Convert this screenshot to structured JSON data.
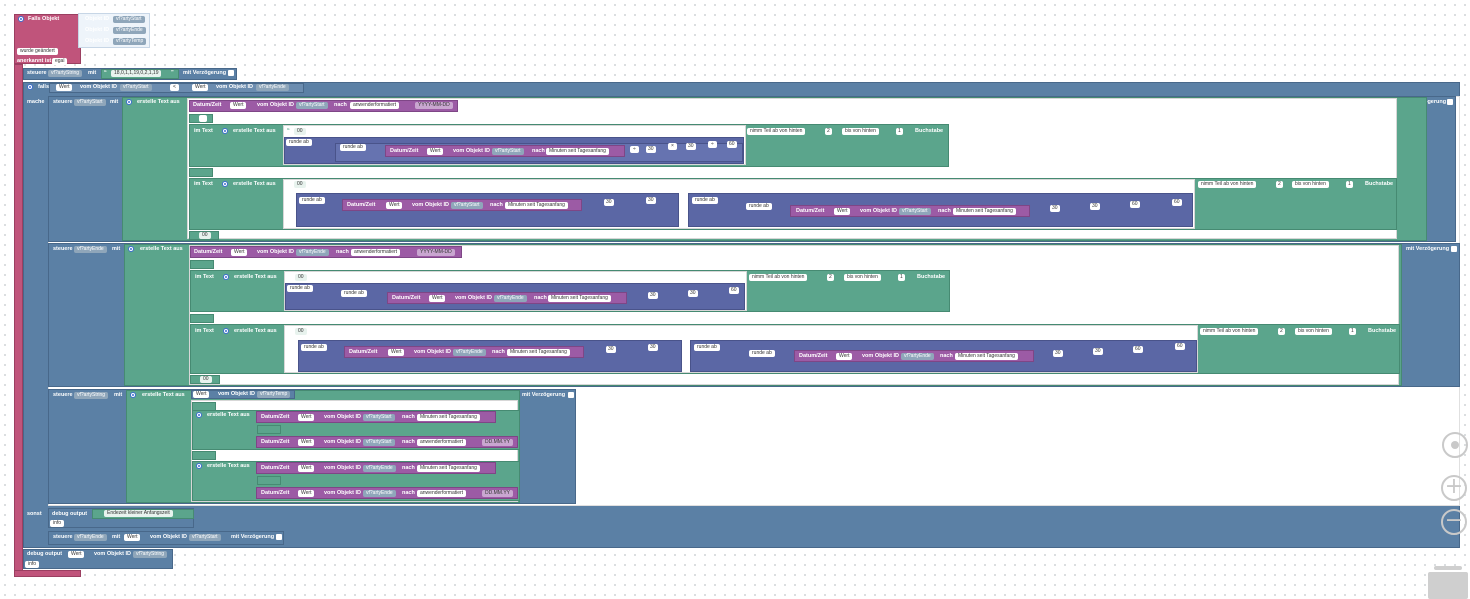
{
  "trigger": {
    "title": "Falls Objekt",
    "ids": [
      "vf?artyStart",
      "vf?artyEnde",
      "vf?artyTemp"
    ],
    "id_label": "Objekt ID",
    "changed": "wurde geändert",
    "ack_label": "anerkannt ist",
    "ack_value": "egal"
  },
  "set1": {
    "label": "steuere",
    "var": "vf?artyString",
    "mit": "mit",
    "text": "18,0,1,1,19,0,2,1,19",
    "delay": "mit Verzögerung"
  },
  "ifblock": {
    "falls": "falls",
    "mache": "mache",
    "sonst": "sonst",
    "wert": "Wert",
    "vom": "vom Objekt ID",
    "op": "<",
    "left_id": "vf?artyStart",
    "right_id": "vf?artyEnde"
  },
  "common": {
    "steuere": "steuere",
    "mit": "mit",
    "erstelle": "erstelle Text aus",
    "datum": "Datum/Zeit",
    "wert": "Wert",
    "vom": "vom Objekt ID",
    "nach": "nach",
    "anwender": "anwenderformatiert",
    "minuten": "Minuten seit Tagesanfang",
    "im_text": "im Text",
    "nimm": "nimm Teil ab von hinten",
    "bis": "bis von hinten",
    "buchstabe": "Buchstabe",
    "runde": "runde ab",
    "delay": "mit Verzögerung",
    "div": "÷",
    "mul": "×",
    "minus": "-",
    "n30": "30",
    "n60": "60",
    "n2": "2",
    "n1": "1",
    "n00": "00",
    "empty": "",
    "fmt1": "YYYY-MM-DD",
    "fmt2": "DD.MM.YY"
  },
  "block_start": {
    "var": "vf?artyStart",
    "id": "vf?artyStart"
  },
  "block_ende": {
    "var": "vf?artyEnde",
    "id": "vf?artyEnde"
  },
  "block_string": {
    "var": "vf?artyString",
    "temp_id": "vf?artyTemp"
  },
  "sonst_block": {
    "debug": "debug output",
    "msg": "Endezeit kleiner Anfangszeit",
    "level": "info",
    "var": "vf?artyEnde",
    "id": "vf?artyStart"
  },
  "final_debug": {
    "debug": "debug output",
    "id": "vf?artyString",
    "level": "info"
  },
  "controls": {
    "locate": "locate-icon",
    "zoom_in": "+",
    "zoom_out": "−",
    "trash": "trash-icon"
  }
}
